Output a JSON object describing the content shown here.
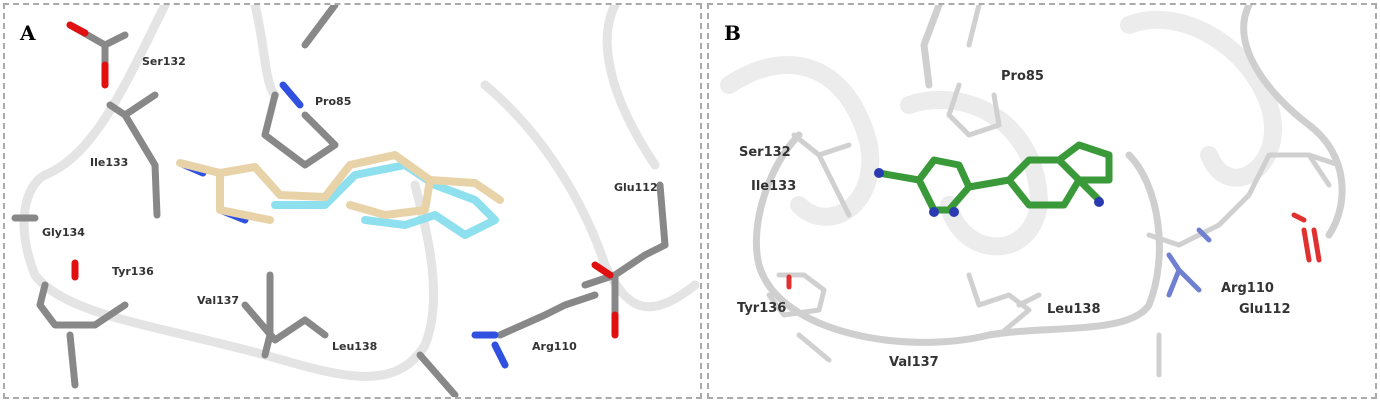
{
  "panel_a": {
    "letter": "A",
    "residues": [
      "Ser132",
      "Pro85",
      "Ile133",
      "Gly134",
      "Tyr136",
      "Val137",
      "Leu138",
      "Arg110",
      "Glu112"
    ]
  },
  "panel_b": {
    "letter": "B",
    "residues": [
      "Pro85",
      "Ser132",
      "Ile133",
      "Glu112",
      "Arg110",
      "Tyr136",
      "Leu138",
      "Val137"
    ]
  },
  "colors": {
    "carbon": "#8c8c8c",
    "nitrogen": "#3050e0",
    "oxygen": "#e01010",
    "ligand_tan": "#e8d2a8",
    "ligand_cyan": "#8ee0ef",
    "ligand_green": "#3a9a3a",
    "ribbon": "#d8d8d8"
  }
}
